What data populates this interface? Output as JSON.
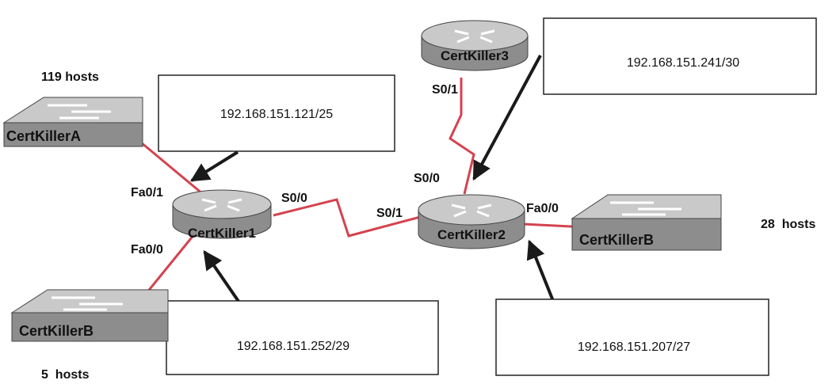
{
  "colors": {
    "link": "#d4434f",
    "arrow": "#1a1a1a",
    "device_top": "#c9c9c9",
    "device_side": "#8d8d8d"
  },
  "devices": {
    "certkiller1": "CertKiller1",
    "certkiller2": "CertKiller2",
    "certkiller3": "CertKiller3",
    "switch_a": "CertKillerA",
    "switch_b_left": "CertKillerB",
    "switch_b_right": "CertKillerB"
  },
  "host_counts": {
    "switch_a": "119 hosts",
    "switch_b_left": "5  hosts",
    "switch_b_right": "28  hosts"
  },
  "interfaces": {
    "r1_fa01": "Fa0/1",
    "r1_fa00": "Fa0/0",
    "r1_s00": "S0/0",
    "r2_s01": "S0/1",
    "r2_s00": "S0/0",
    "r2_fa00": "Fa0/0",
    "r3_s01": "S0/1"
  },
  "address_boxes": {
    "top_left": "192.168.151.121/25",
    "top_right": "192.168.151.241/30",
    "bottom_left": "192.168.151.252/29",
    "bottom_right": "192.168.151.207/27"
  }
}
